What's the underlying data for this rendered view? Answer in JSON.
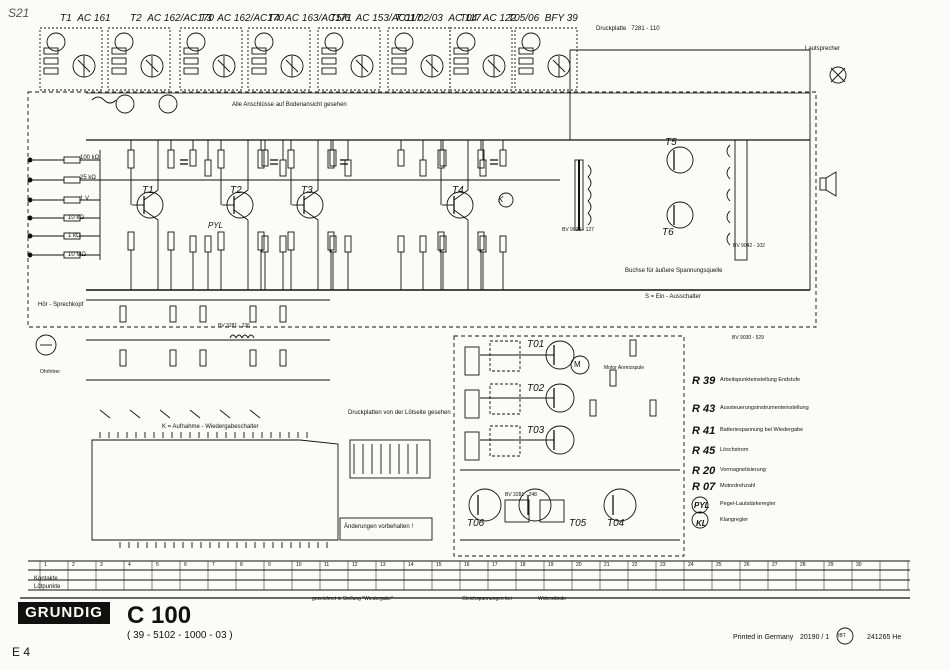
{
  "transistors": [
    {
      "label": "T1",
      "type": "AC 161"
    },
    {
      "label": "T2",
      "type": "AC 162/AC170"
    },
    {
      "label": "T3",
      "type": "AC 162/AC170"
    },
    {
      "label": "T4",
      "type": "AC 163/AC171"
    },
    {
      "label": "T5/6",
      "type": "AC 153/AC117"
    },
    {
      "label": "T 01/02/03",
      "type": "AC 117"
    },
    {
      "label": "T04",
      "type": "AC 122"
    },
    {
      "label": "T05/06",
      "type": "BFY 39"
    }
  ],
  "notes": {
    "view": "Alle Anschlüsse auf Bodenansicht gesehen",
    "pc_board": "Druckplatte",
    "pc_board_part": "7281 - 110",
    "pcb_lower": "Druckplatten von der Lötseite gesehen",
    "speaker": "Lautsprecher",
    "mic": "Hör - Sprechkopf",
    "motor_coil": "Motor Anreizspule",
    "earphone": "Ohrhörer",
    "changes_box": "Änderungen vorbehalten !",
    "playback_switch": "K = Aufnahme - Wiedergabeschalter",
    "power_switch": "S = Ein - Ausschalter",
    "supply_socket": "Buchse für äußere Spannungsquelle"
  },
  "schematic_labels": {
    "transistor_tags": [
      "T1",
      "T2",
      "T3",
      "T4",
      "T5",
      "T6",
      "T01",
      "T02",
      "T03",
      "T04",
      "T05",
      "T06"
    ],
    "inputs": [
      "100 kΩ",
      "25 kΩ",
      "1 V",
      "10 kΩ",
      "1 kΩ",
      "10 MΩ"
    ],
    "motor": "M",
    "pyl": "PYL",
    "k": "K",
    "bv_parts": [
      "BV 9030 - 127",
      "BV 9042 - 102",
      "BV 9030 - 529",
      "BV 3281 - 236",
      "BV 3281 - 248"
    ]
  },
  "legend": [
    {
      "code": "R 39",
      "desc": "Arbeitspunkteinstellung Endstufe"
    },
    {
      "code": "R 43",
      "desc": "Aussteuerungsinstrumenteinstellung"
    },
    {
      "code": "R 41",
      "desc": "Batteriespannung bei Wiedergabe"
    },
    {
      "code": "R 45",
      "desc": "Löschstrom"
    },
    {
      "code": "R 20",
      "desc": "Vormagnetisierung"
    },
    {
      "code": "R 07",
      "desc": "Motordrehzahl"
    },
    {
      "code": "PYL",
      "desc": "Pegel-Lautstärkeregler"
    },
    {
      "code": "KL",
      "desc": "Klangregler"
    }
  ],
  "table": {
    "row_labels": [
      "Kontakte",
      "Lötpunkte"
    ],
    "numbers": [
      "1",
      "2",
      "3",
      "4",
      "5",
      "6",
      "7",
      "8",
      "9",
      "10",
      "11",
      "12",
      "13",
      "14",
      "15",
      "16",
      "17",
      "18",
      "19",
      "20",
      "21",
      "22",
      "23",
      "24",
      "25",
      "26",
      "27",
      "28",
      "29",
      "30"
    ]
  },
  "footer": {
    "brand": "GRUNDIG",
    "model": "C 100",
    "part_no": "( 39 - 5102 - 1000 - 03 )",
    "switch_note": "gezeichnet in Stellung \"Wiedergabe\"",
    "voltage_note": "Gleichspannungen bei",
    "resistance_note": "Widerstände",
    "printed": "Printed in Germany",
    "doc_no": "20190 / 1",
    "code": "241265 He",
    "page": "E 4",
    "circle_mark": "IBT"
  },
  "corner_mark": "S21"
}
